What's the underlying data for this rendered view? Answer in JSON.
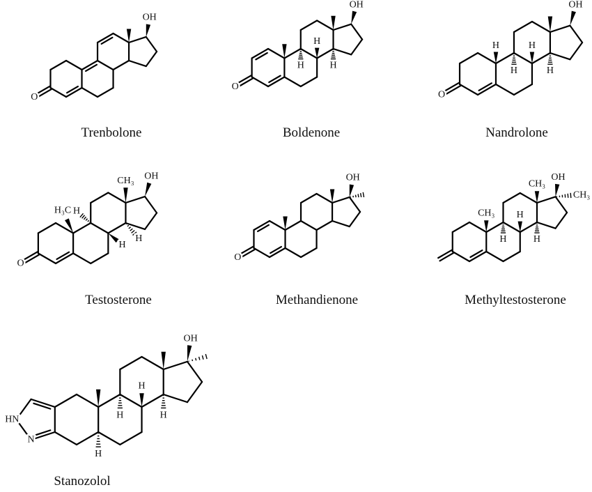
{
  "figure": {
    "molecules": [
      {
        "name": "Trenbolone",
        "labels": [
          "O",
          "OH"
        ]
      },
      {
        "name": "Boldenone",
        "labels": [
          "O",
          "OH",
          "H",
          "H",
          "H"
        ]
      },
      {
        "name": "Nandrolone",
        "labels": [
          "O",
          "OH",
          "H",
          "H",
          "H",
          "H"
        ]
      },
      {
        "name": "Testosterone",
        "labels": [
          "O",
          "OH",
          "H₃C",
          "CH₃",
          "H",
          "H",
          "H"
        ]
      },
      {
        "name": "Methandienone",
        "labels": [
          "O",
          "OH"
        ]
      },
      {
        "name": "Methyltestosterone",
        "labels": [
          "OH",
          "CH₃",
          "CH₃",
          "CH₃",
          "H",
          "H",
          "H"
        ]
      },
      {
        "name": "Stanozolol",
        "labels": [
          "HN",
          "N",
          "OH",
          "H",
          "H",
          "H",
          "H"
        ]
      }
    ]
  }
}
